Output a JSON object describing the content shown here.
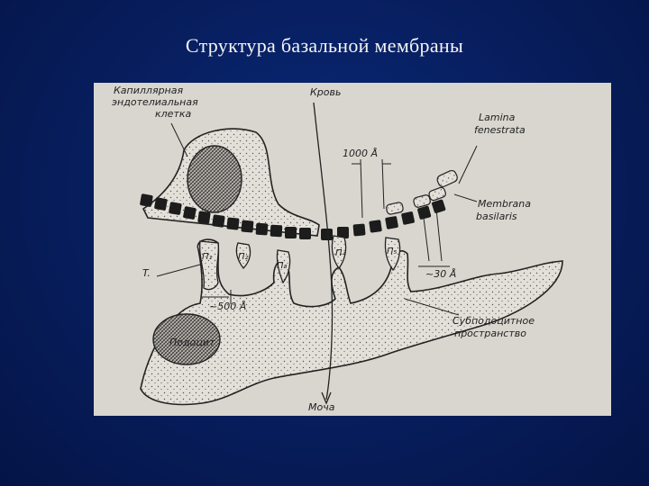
{
  "slide": {
    "title": "Структура базальной мембраны"
  },
  "figure": {
    "labels": {
      "capillary_line1": "Капиллярная",
      "capillary_line2": "эндотелиальная",
      "capillary_line3": "клетка",
      "blood": "Кровь",
      "lamina_line1": "Lamina",
      "lamina_line2": "fenestrata",
      "dim_1000": "1000 Å",
      "membrana_line1": "Membrana",
      "membrana_line2": "basilaris",
      "t_label": "T.",
      "dim_500": "~500 Å",
      "dim_30": "~30 Å",
      "p1": "П₁",
      "p2": "П₂",
      "p3": "П₃",
      "p4": "П₄",
      "p5": "П₅",
      "podocyte": "Подоцит",
      "subpodocyte_line1": "Субподоцитное",
      "subpodocyte_line2": "пространство",
      "urine": "Моча"
    }
  }
}
